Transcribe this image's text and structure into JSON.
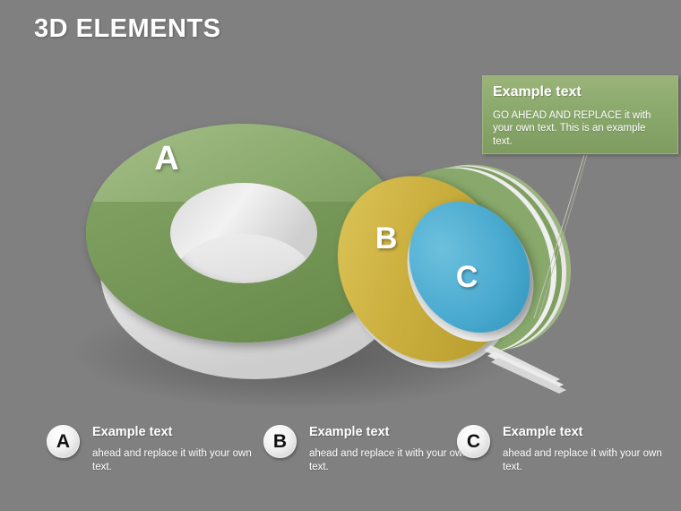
{
  "slide": {
    "title": "3D ELEMENTS",
    "background_color": "#808080"
  },
  "callout": {
    "heading": "Example text",
    "body": "GO AHEAD AND REPLACE it with your own text. This is an example text.",
    "fill_color": "#8ba96c",
    "text_color": "#ffffff"
  },
  "diagram": {
    "type": "3d-nested-rings",
    "elements": [
      {
        "label": "A",
        "shape": "torus",
        "color": "#8aab6e",
        "side_color": "#e2e2e2"
      },
      {
        "label": "B",
        "shape": "ellipse-disc",
        "color": "#c9ad3e",
        "side_color": "#e2e2e2"
      },
      {
        "label": "C",
        "shape": "ellipse-disc",
        "color": "#4eacd0",
        "side_color": "#e2e2e2"
      }
    ],
    "label_color": "#ffffff",
    "leader_line_color": "#bdbdae"
  },
  "legend": {
    "items": [
      {
        "badge": "A",
        "title": "Example text",
        "body": "ahead and replace it with your own text."
      },
      {
        "badge": "B",
        "title": "Example text",
        "body": "ahead and replace it with your own text."
      },
      {
        "badge": "C",
        "title": "Example text",
        "body": "ahead and replace it with your own text."
      }
    ]
  }
}
